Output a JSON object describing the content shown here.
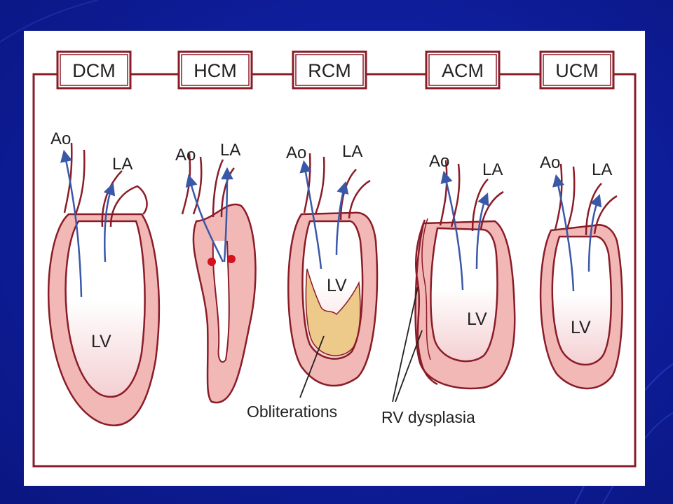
{
  "colors": {
    "slide_background": "#0f1fa0",
    "panel": "#ffffff",
    "outline": "#8a1c28",
    "myocardium": "#f2b8b6",
    "flow_arrow": "#3a58a8",
    "obliteration": "#edc98a",
    "hypertrophy_spot": "#d4121f"
  },
  "categories": [
    {
      "tab": "DCM",
      "labels": {
        "aorta": "Ao",
        "atrium": "LA",
        "ventricle": "LV"
      }
    },
    {
      "tab": "HCM",
      "labels": {
        "aorta": "Ao",
        "atrium": "LA",
        "ventricle": ""
      }
    },
    {
      "tab": "RCM",
      "labels": {
        "aorta": "Ao",
        "atrium": "LA",
        "ventricle": "LV"
      }
    },
    {
      "tab": "ACM",
      "labels": {
        "aorta": "Ao",
        "atrium": "LA",
        "ventricle": "LV"
      }
    },
    {
      "tab": "UCM",
      "labels": {
        "aorta": "Ao",
        "atrium": "LA",
        "ventricle": "LV"
      }
    }
  ],
  "annotations": {
    "obliterations": "Obliterations",
    "rv_dysplasia": "RV dysplasia"
  }
}
